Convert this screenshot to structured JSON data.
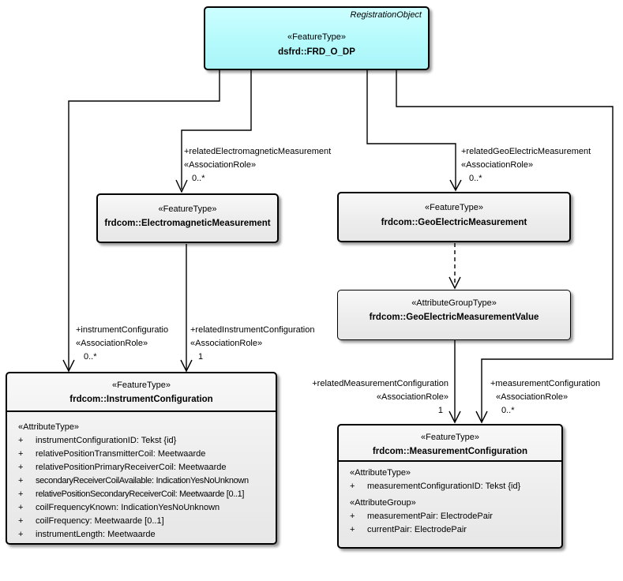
{
  "diagram": {
    "kind": "uml-class-diagram",
    "background_color": "#ffffff",
    "accent_color": "#b3fafc",
    "box_color": "#efefef"
  },
  "classes": {
    "frd_o_dp": {
      "tag": "RegistrationObject",
      "stereotype": "«FeatureType»",
      "name": "dsfrd::FRD_O_DP"
    },
    "electromagnetic_measurement": {
      "stereotype": "«FeatureType»",
      "name": "frdcom::ElectromagneticMeasurement"
    },
    "geoelectric_measurement": {
      "stereotype": "«FeatureType»",
      "name": "frdcom::GeoElectricMeasurement"
    },
    "geoelectric_measurement_value": {
      "stereotype": "«AttributeGroupType»",
      "name": "frdcom::GeoElectricMeasurementValue"
    },
    "instrument_configuration": {
      "stereotype": "«FeatureType»",
      "name": "frdcom::InstrumentConfiguration",
      "sections": [
        {
          "header": "«AttributeType»",
          "attributes": [
            {
              "vis": "+",
              "text": "instrumentConfigurationID: Tekst {id}"
            },
            {
              "vis": "+",
              "text": "relativePositionTransmitterCoil: Meetwaarde"
            },
            {
              "vis": "+",
              "text": "relativePositionPrimaryReceiverCoil: Meetwaarde"
            },
            {
              "vis": "+",
              "text": "secondaryReceiverCoilAvailable: IndicationYesNoUnknown"
            },
            {
              "vis": "+",
              "text": "relativePositionSecondaryReceiverCoil: Meetwaarde [0..1]"
            },
            {
              "vis": "+",
              "text": "coilFrequencyKnown: IndicationYesNoUnknown"
            },
            {
              "vis": "+",
              "text": "coilFrequency: Meetwaarde [0..1]"
            },
            {
              "vis": "+",
              "text": "instrumentLength: Meetwaarde"
            }
          ]
        }
      ]
    },
    "measurement_configuration": {
      "stereotype": "«FeatureType»",
      "name": "frdcom::MeasurementConfiguration",
      "sections": [
        {
          "header": "«AttributeType»",
          "attributes": [
            {
              "vis": "+",
              "text": "measurementConfigurationID: Tekst {id}"
            }
          ]
        },
        {
          "header": "«AttributeGroup»",
          "attributes": [
            {
              "vis": "+",
              "text": "measurementPair: ElectrodePair"
            },
            {
              "vis": "+",
              "text": "currentPair: ElectrodePair"
            }
          ]
        }
      ]
    }
  },
  "associations": {
    "related_electromagnetic": {
      "role": "+relatedElectromagneticMeasurement",
      "stereotype": "«AssociationRole»",
      "multiplicity": "0..*"
    },
    "related_geoelectric": {
      "role": "+relatedGeoElectricMeasurement",
      "stereotype": "«AssociationRole»",
      "multiplicity": "0..*"
    },
    "instrument_configuration": {
      "role": "+instrumentConfiguratio",
      "stereotype": "«AssociationRole»",
      "multiplicity": "0..*"
    },
    "related_instrument_configuration": {
      "role": "+relatedInstrumentConfiguration",
      "stereotype": "«AssociationRole»",
      "multiplicity": "1"
    },
    "related_measurement_configuration": {
      "role": "+relatedMeasurementConfiguration",
      "stereotype": "«AssociationRole»",
      "multiplicity": "1"
    },
    "measurement_configuration": {
      "role": "+measurementConfiguration",
      "stereotype": "«AssociationRole»",
      "multiplicity": "0..*"
    }
  }
}
